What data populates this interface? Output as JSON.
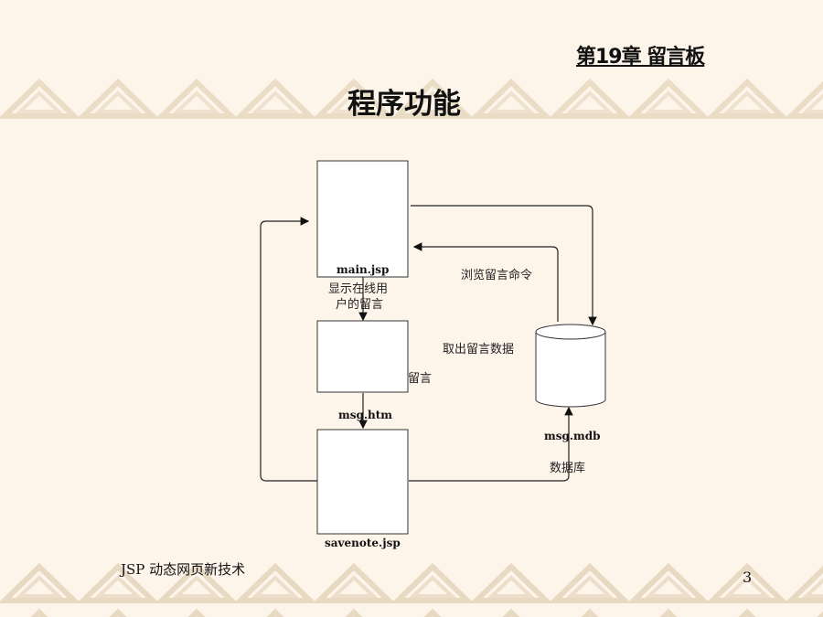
{
  "header": {
    "chapter": "第19章 留言板",
    "title": "程序功能"
  },
  "diagram": {
    "nodes": {
      "main": "main.jsp",
      "msg": "msg.htm",
      "savenote": "savenote.jsp",
      "db": "msg.mdb",
      "db_caption": "数据库"
    },
    "labels": {
      "show_online": "显示在线用",
      "show_online2": "户的留言",
      "publish": "留言",
      "fetch": "取出留言数据",
      "browse": "浏览留言命令"
    }
  },
  "footer": {
    "text": "JSP 动态网页新技术",
    "page": "3"
  }
}
